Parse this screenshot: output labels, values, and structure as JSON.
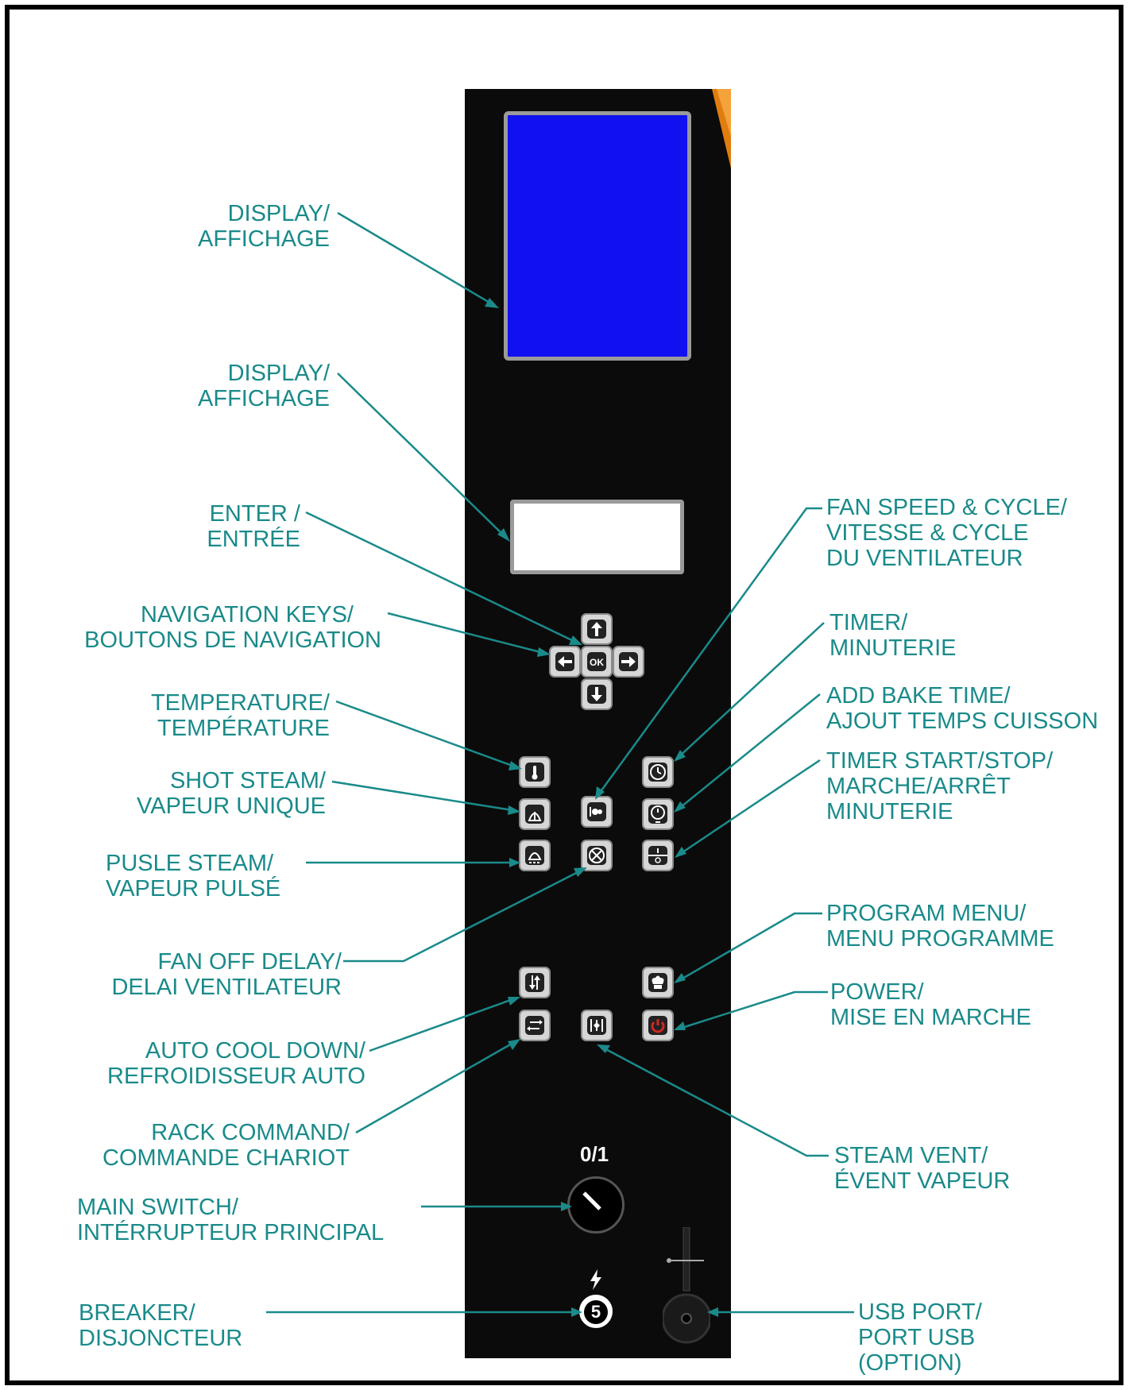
{
  "labels": {
    "display_top": [
      "DISPLAY/",
      "AFFICHAGE"
    ],
    "display_bottom": [
      "DISPLAY/",
      "AFFICHAGE"
    ],
    "enter": [
      "ENTER /",
      "ENTRÉE"
    ],
    "navigation": [
      "NAVIGATION KEYS/",
      "BOUTONS DE NAVIGATION"
    ],
    "temperature": [
      "TEMPERATURE/",
      "TEMPÉRATURE"
    ],
    "shot_steam": [
      "SHOT STEAM/",
      "VAPEUR UNIQUE"
    ],
    "pulse_steam": [
      "PUSLE STEAM/",
      "VAPEUR PULSÉ"
    ],
    "fan_off_delay": [
      "FAN OFF DELAY/",
      "DELAI VENTILATEUR"
    ],
    "auto_cool_down": [
      "AUTO COOL DOWN/",
      "REFROIDISSEUR AUTO"
    ],
    "rack_command": [
      "RACK COMMAND/",
      "COMMANDE CHARIOT"
    ],
    "main_switch": [
      "MAIN SWITCH/",
      "INTÉRRUPTEUR PRINCIPAL"
    ],
    "breaker": [
      "BREAKER/",
      "DISJONCTEUR"
    ],
    "fan_speed": [
      "FAN SPEED & CYCLE/",
      "VITESSE & CYCLE",
      "DU VENTILATEUR"
    ],
    "timer": [
      "TIMER/",
      "MINUTERIE"
    ],
    "add_bake_time": [
      "ADD BAKE TIME/",
      "AJOUT TEMPS CUISSON"
    ],
    "timer_start_stop": [
      "TIMER START/STOP/",
      "MARCHE/ARRÊT",
      "MINUTERIE"
    ],
    "program_menu": [
      "PROGRAM MENU/",
      "MENU PROGRAMME"
    ],
    "power": [
      "POWER/",
      "MISE EN MARCHE"
    ],
    "steam_vent": [
      "STEAM VENT/",
      "ÉVENT VAPEUR"
    ],
    "usb_port": [
      "USB PORT/",
      "PORT USB",
      "(OPTION)"
    ]
  },
  "panel": {
    "switch_label": "0/1",
    "breaker_number": "5",
    "ok_label": "OK"
  },
  "colors": {
    "label": "#1a8a8a",
    "panel": "#0b0b0b",
    "display": "#1010f0",
    "button": "#d6d6d6",
    "power_icon": "#d0281e"
  },
  "icons": [
    "arrow-up-icon",
    "arrow-left-icon",
    "ok-icon",
    "arrow-right-icon",
    "arrow-down-icon",
    "thermometer-icon",
    "steam-shot-icon",
    "steam-pulse-icon",
    "fan-speed-icon",
    "fan-off-icon",
    "timer-icon",
    "add-time-icon",
    "start-stop-icon",
    "cool-down-icon",
    "rack-icon",
    "steam-vent-icon",
    "chef-hat-icon",
    "power-icon",
    "lightning-icon",
    "usb-icon"
  ]
}
